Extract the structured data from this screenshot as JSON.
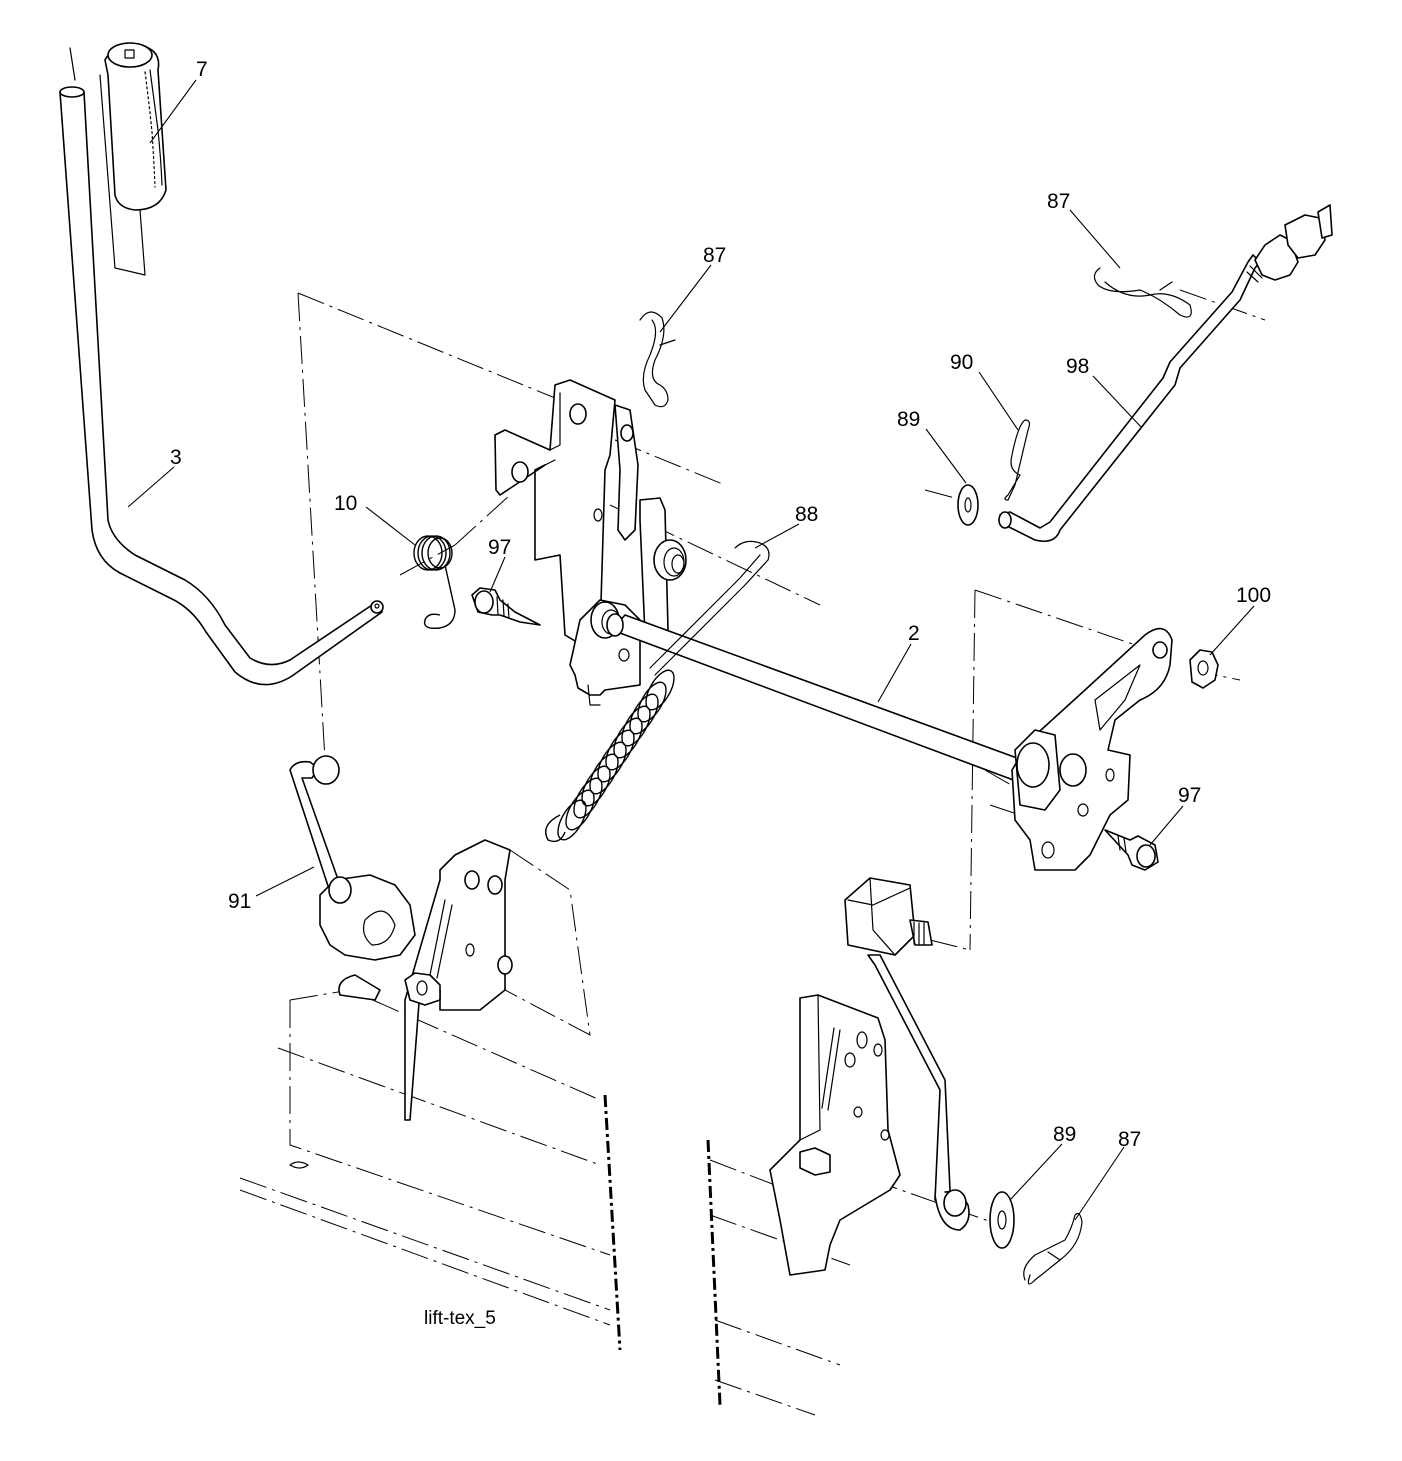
{
  "diagram": {
    "caption": "lift-tex_5",
    "callouts": [
      {
        "id": "c-7",
        "label": "7"
      },
      {
        "id": "c-3",
        "label": "3"
      },
      {
        "id": "c-10",
        "label": "10"
      },
      {
        "id": "c-97a",
        "label": "97"
      },
      {
        "id": "c-87a",
        "label": "87"
      },
      {
        "id": "c-88",
        "label": "88"
      },
      {
        "id": "c-2",
        "label": "2"
      },
      {
        "id": "c-87b",
        "label": "87"
      },
      {
        "id": "c-90",
        "label": "90"
      },
      {
        "id": "c-98",
        "label": "98"
      },
      {
        "id": "c-89a",
        "label": "89"
      },
      {
        "id": "c-100",
        "label": "100"
      },
      {
        "id": "c-97b",
        "label": "97"
      },
      {
        "id": "c-91",
        "label": "91"
      },
      {
        "id": "c-89b",
        "label": "89"
      },
      {
        "id": "c-87c",
        "label": "87"
      }
    ]
  }
}
